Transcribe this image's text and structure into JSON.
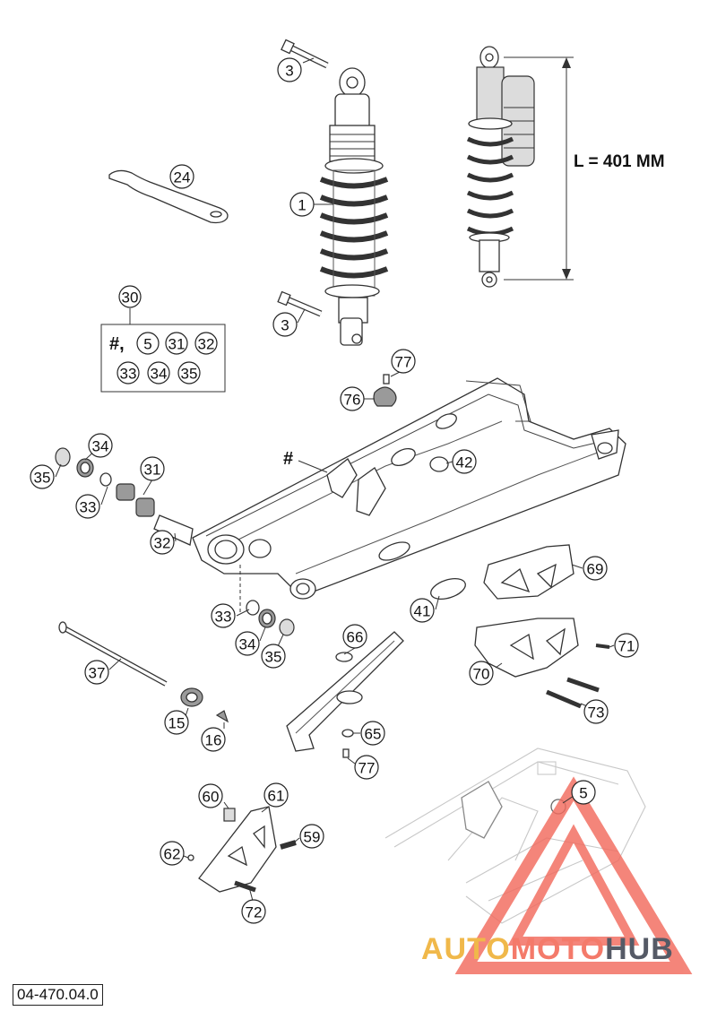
{
  "diagram": {
    "code": "04-470.04.0",
    "dimension_label": "L = 401 MM",
    "hash_symbol": "#",
    "kit": {
      "number": "30",
      "hash": "#,",
      "items_row1": [
        "5",
        "31",
        "32"
      ],
      "items_row2": [
        "33",
        "34",
        "35"
      ]
    },
    "callouts": [
      {
        "id": "3a",
        "label": "3"
      },
      {
        "id": "1",
        "label": "1"
      },
      {
        "id": "24",
        "label": "24"
      },
      {
        "id": "3b",
        "label": "3"
      },
      {
        "id": "77a",
        "label": "77"
      },
      {
        "id": "76",
        "label": "76"
      },
      {
        "id": "34a",
        "label": "34"
      },
      {
        "id": "35a",
        "label": "35"
      },
      {
        "id": "31",
        "label": "31"
      },
      {
        "id": "33a",
        "label": "33"
      },
      {
        "id": "32",
        "label": "32"
      },
      {
        "id": "42",
        "label": "42"
      },
      {
        "id": "69",
        "label": "69"
      },
      {
        "id": "41",
        "label": "41"
      },
      {
        "id": "33b",
        "label": "33"
      },
      {
        "id": "34b",
        "label": "34"
      },
      {
        "id": "35b",
        "label": "35"
      },
      {
        "id": "66",
        "label": "66"
      },
      {
        "id": "71",
        "label": "71"
      },
      {
        "id": "70",
        "label": "70"
      },
      {
        "id": "73",
        "label": "73"
      },
      {
        "id": "37",
        "label": "37"
      },
      {
        "id": "15",
        "label": "15"
      },
      {
        "id": "16",
        "label": "16"
      },
      {
        "id": "65",
        "label": "65"
      },
      {
        "id": "77b",
        "label": "77"
      },
      {
        "id": "60",
        "label": "60"
      },
      {
        "id": "61",
        "label": "61"
      },
      {
        "id": "59",
        "label": "59"
      },
      {
        "id": "62",
        "label": "62"
      },
      {
        "id": "72",
        "label": "72"
      },
      {
        "id": "5",
        "label": "5"
      }
    ]
  },
  "watermark": {
    "part1": "AUTO",
    "part2": "MOTO",
    "part3": "HUB",
    "colors": {
      "auto": "#f0b84a",
      "moto": "#f47a6a",
      "hub": "#555a66",
      "triangle": "#f26b5e"
    }
  }
}
